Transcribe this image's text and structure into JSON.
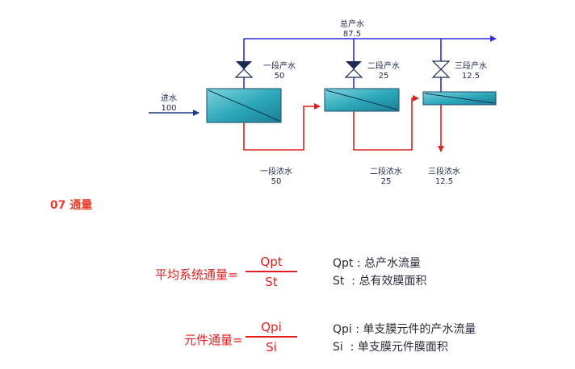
{
  "diagram": {
    "inlet": {
      "label": "进水",
      "value": "100"
    },
    "total_product": {
      "label": "总产水",
      "value": "87.5"
    },
    "stages": [
      {
        "permeate_label": "一段产水",
        "permeate_value": "50",
        "concentrate_label": "一段浓水",
        "concentrate_value": "50"
      },
      {
        "permeate_label": "二段产水",
        "permeate_value": "25",
        "concentrate_label": "二段浓水",
        "concentrate_value": "25"
      },
      {
        "permeate_label": "三段产水",
        "permeate_value": "12.5",
        "concentrate_label": "三段浓水",
        "concentrate_value": "12.5"
      }
    ],
    "colors": {
      "permeate_line": "#2c2ce0",
      "concentrate_line": "#e02020",
      "feed_line": "#1a3a8a",
      "vessel": "#2aa6b8"
    }
  },
  "section_title": "07 通量",
  "formulas": [
    {
      "lhs": "平均系统通量=",
      "numerator": "Qpt",
      "denominator": "St",
      "defs": [
        {
          "term": "Qpt",
          "sep": " : ",
          "desc": "总产水流量"
        },
        {
          "term": "St",
          "sep": "  : ",
          "desc": "总有效膜面积"
        }
      ]
    },
    {
      "lhs": "元件通量=",
      "numerator": "Qpi",
      "denominator": "Si",
      "defs": [
        {
          "term": "Qpi",
          "sep": " : ",
          "desc": "单支膜元件的产水流量"
        },
        {
          "term": "Si",
          "sep": "  : ",
          "desc": "单支膜元件膜面积"
        }
      ]
    }
  ]
}
